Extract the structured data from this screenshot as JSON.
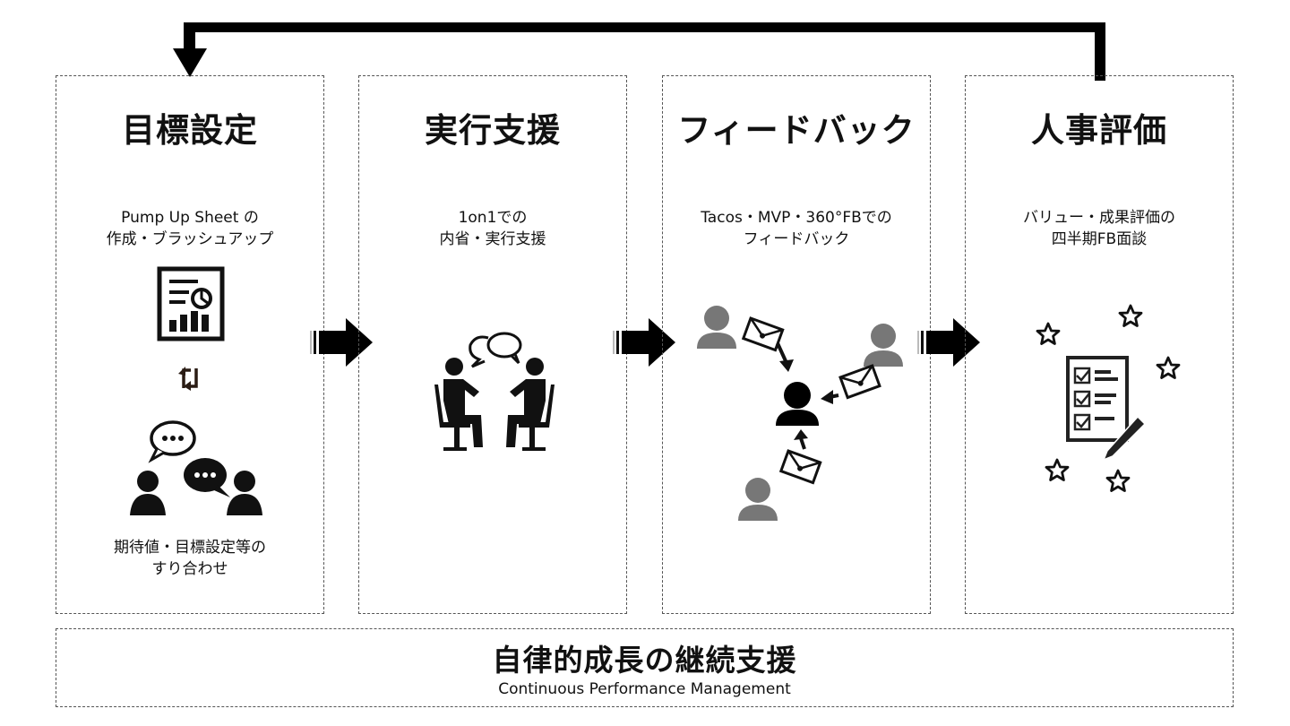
{
  "panels": [
    {
      "title": "目標設定",
      "description": [
        "Pump Up Sheet の",
        "作成・ブラッシュアップ"
      ],
      "lower_description": [
        "期待値・目標設定等の",
        "すり合わせ"
      ],
      "icons": [
        "report-sheet-icon",
        "refresh-cycle-icon",
        "group-conversation-icon"
      ]
    },
    {
      "title": "実行支援",
      "description": [
        "1on1での",
        "内省・実行支援"
      ],
      "icons": [
        "one-on-one-meeting-icon"
      ]
    },
    {
      "title": "フィードバック",
      "description": [
        "Tacos・MVP・360°FBでの",
        "フィードバック"
      ],
      "icons": [
        "feedback-exchange-icon"
      ]
    },
    {
      "title": "人事評価",
      "description": [
        "バリュー・成果評価の",
        "四半期FB面談"
      ],
      "icons": [
        "evaluation-checklist-icon"
      ]
    }
  ],
  "footer": {
    "title": "自律的成長の継続支援",
    "subtitle": "Continuous Performance Management"
  },
  "colors": {
    "ink": "#111111",
    "gray_person": "#777777",
    "border": "#555555"
  }
}
